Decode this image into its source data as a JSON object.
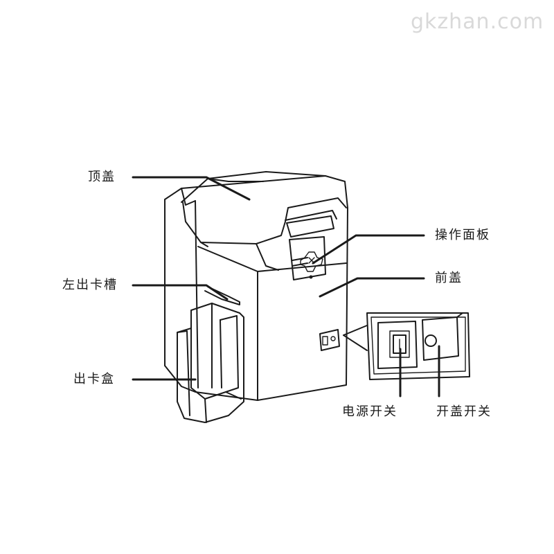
{
  "watermark": "gkzhan.com",
  "labels": {
    "top_cover": "顶盖",
    "left_exit_slot": "左出卡槽",
    "exit_card_box": "出卡盒",
    "operation_panel": "操作面板",
    "front_cover": "前盖",
    "power_switch": "电源开关",
    "cover_open_switch": "开盖开关"
  }
}
